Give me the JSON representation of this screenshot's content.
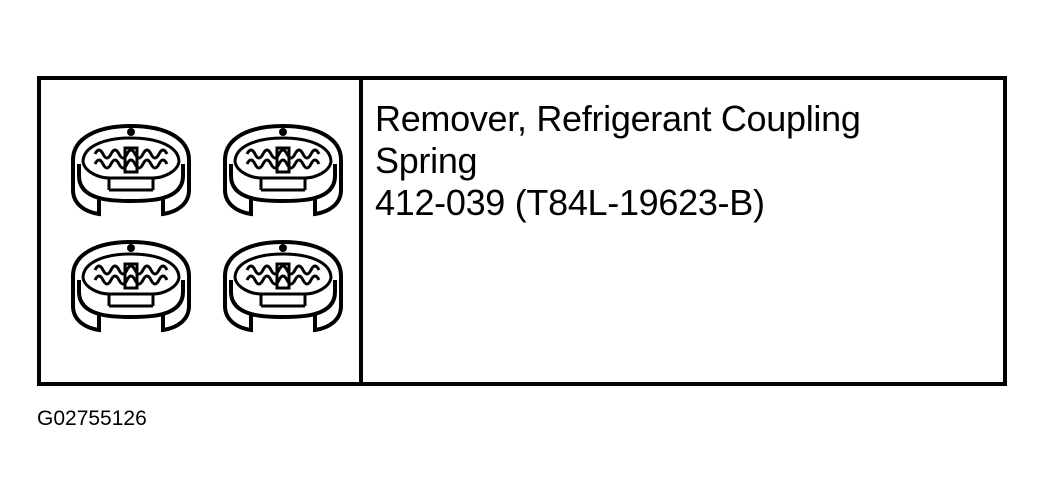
{
  "tool": {
    "name_line1": "Remover, Refrigerant Coupling",
    "name_line2": "Spring",
    "part_number": "412-039 (T84L-19623-B)",
    "illustration_icon": "spring-coupling-remover-set-icon"
  },
  "figure": {
    "id": "G02755126"
  }
}
